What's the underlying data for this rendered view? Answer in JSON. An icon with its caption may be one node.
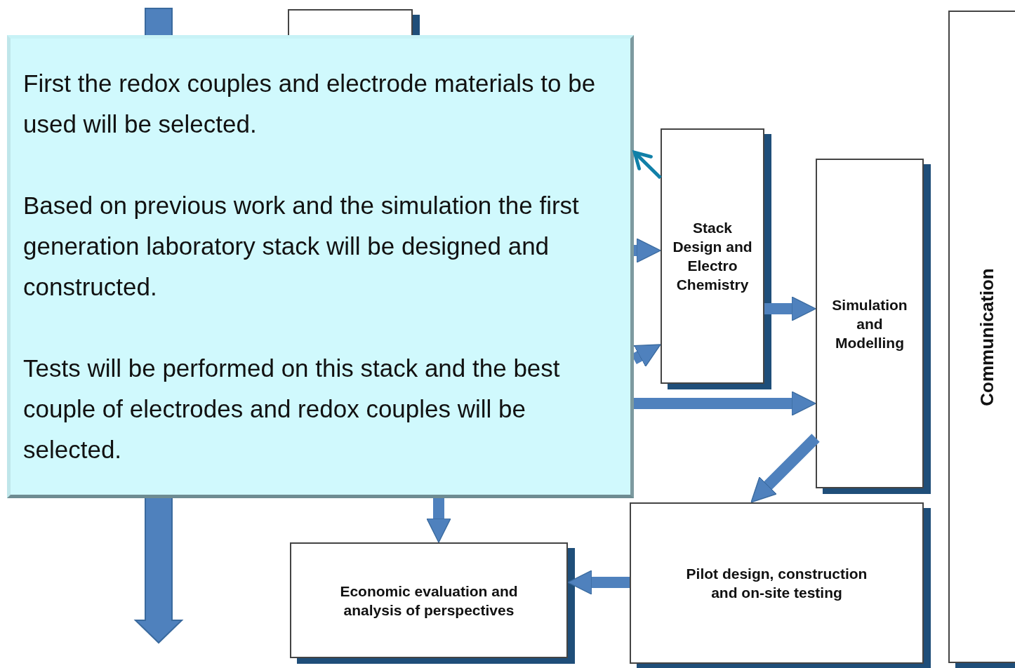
{
  "diagram": {
    "nodes": [
      {
        "text": [
          "First the redox couples and electrode materials to be used will be selected.",
          "Based on previous work and the simulation the first generation laboratory stack will be designed and constructed.",
          "Tests will be performed on this stack and the best couple of electrodes and redox couples will be selected."
        ]
      },
      {
        "text": [
          "Stack Design and Electro Chemistry"
        ]
      },
      {
        "text": [
          "Simulation and Modelling"
        ]
      },
      {
        "text": [
          "Pilot design, construction and on-site testing"
        ]
      },
      {
        "text": [
          "Economic evaluation and analysis of perspectives"
        ]
      },
      {
        "text": [
          "Communication"
        ]
      },
      {
        "text": [],
        "shape": "box"
      }
    ],
    "edges": [
      {
        "from": 1,
        "to": 0,
        "arrow": "to",
        "color": "#1180a8"
      },
      {
        "from": 0,
        "to": 1,
        "arrow": "to"
      },
      {
        "from": 0,
        "to": 1,
        "arrow": "to"
      },
      {
        "from": 1,
        "to": 2,
        "arrow": "to"
      },
      {
        "from": 0,
        "to": 2,
        "arrow": "to"
      },
      {
        "from": 2,
        "to": 3,
        "arrow": "to"
      },
      {
        "from": 0,
        "to": 4,
        "arrow": "to"
      },
      {
        "from": 3,
        "to": 4,
        "arrow": "to"
      }
    ]
  }
}
